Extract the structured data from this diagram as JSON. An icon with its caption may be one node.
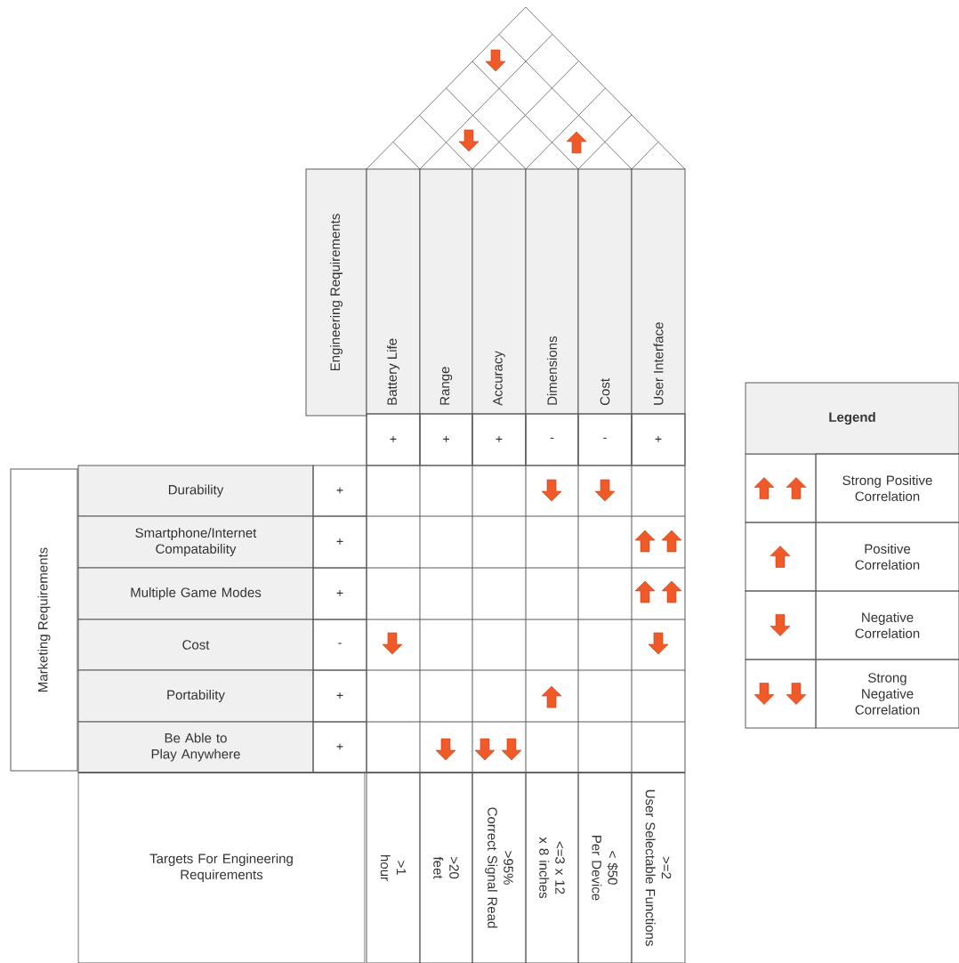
{
  "diagram": {
    "labels": [
      "Engineering Requirements",
      "Battery Life",
      "Range",
      "Accuracy",
      "Dimensions",
      "Cost",
      "User Interface",
      "+",
      "+",
      "+",
      "-",
      "-",
      "+",
      "Marketing Requirements",
      "Durability",
      "+",
      "Smartphone/Internet Compatability",
      "+",
      "Multiple Game Modes",
      "+",
      "Cost",
      "-",
      "Portability",
      "+",
      "Be Able to Play Anywhere",
      "+",
      "Targets For Engineering Requirements",
      ">1 hour",
      ">20 feet",
      ">95% Correct Signal Read",
      "<=3 x 12 x 8 inches",
      "< $50 Per Device",
      ">=2 User Selectable Functions",
      "Legend"
    ],
    "legend": [
      {
        "text": "Strong Positive Correlation"
      },
      {
        "text": "Positive Correlation"
      },
      {
        "text": "Negative Correlation"
      },
      {
        "text": "Strong Negative Correlation"
      }
    ]
  }
}
